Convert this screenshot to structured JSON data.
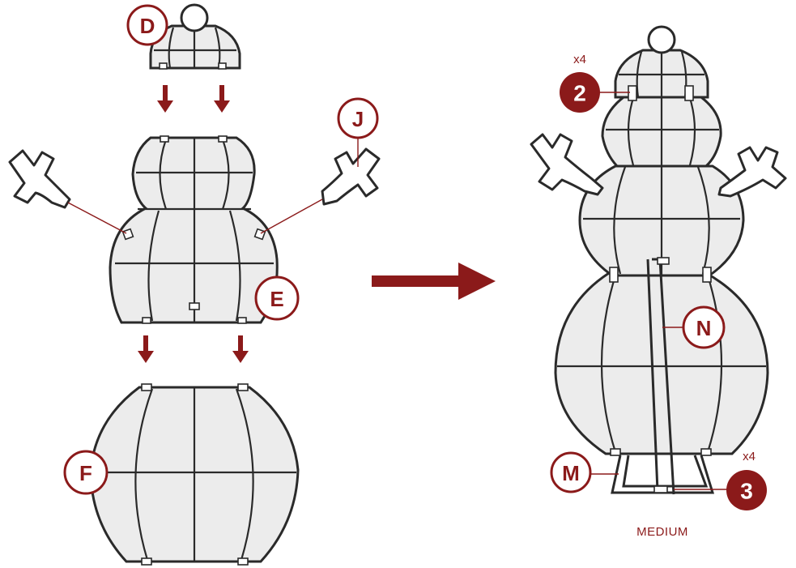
{
  "parts": {
    "hat": "D",
    "arms": "J",
    "middle_body": "E",
    "bottom_body": "F",
    "stake": "N",
    "base_stand": "M"
  },
  "steps": {
    "step_2": {
      "number": "2",
      "quantity": "x4"
    },
    "step_3": {
      "number": "3",
      "quantity": "x4"
    }
  },
  "size_label": "MEDIUM",
  "colors": {
    "accent": "#8b1a1a",
    "frame_fill": "#ececec",
    "outline": "#2a2a2a"
  }
}
